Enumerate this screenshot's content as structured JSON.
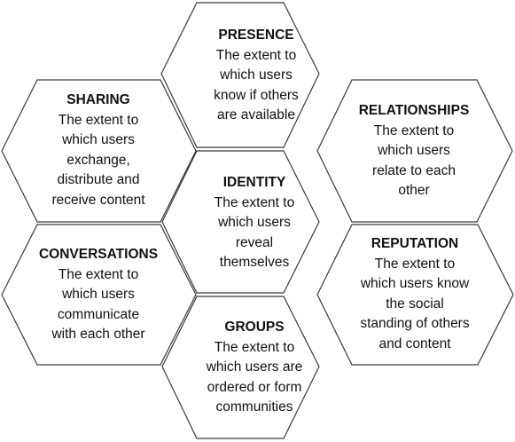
{
  "hexagons": [
    {
      "id": "presence",
      "title": "PRESENCE",
      "desc": "The extent to which users know if others are available",
      "lines": [
        "The extent to",
        "which users",
        "know if others",
        "are available"
      ]
    },
    {
      "id": "sharing",
      "title": "SHARING",
      "desc": "The extent to which users exchange, distribute and receive content",
      "lines": [
        "The extent to",
        "which users",
        "exchange,",
        "distribute and",
        "receive content"
      ]
    },
    {
      "id": "relationships",
      "title": "RELATIONSHIPS",
      "desc": "The extent to which users relate to each other",
      "lines": [
        "The extent to",
        "which users",
        "relate to each",
        "other"
      ]
    },
    {
      "id": "identity",
      "title": "IDENTITY",
      "desc": "The extent to which users reveal themselves",
      "lines": [
        "The extent to",
        "which users",
        "reveal",
        "themselves"
      ]
    },
    {
      "id": "conversations",
      "title": "CONVERSATIONS",
      "desc": "The extent to which users communicate with each other",
      "lines": [
        "The extent to",
        "which users",
        "communicate",
        "with each other"
      ]
    },
    {
      "id": "reputation",
      "title": "REPUTATION",
      "desc": "The extent to which users know the social standing of others and content",
      "lines": [
        "The extent to",
        "which users know",
        "the social",
        "standing of others",
        "and content"
      ]
    },
    {
      "id": "groups",
      "title": "GROUPS",
      "desc": "The extent to which users are ordered or form communities",
      "lines": [
        "The extent to",
        "which users are",
        "ordered or form",
        "communities"
      ]
    }
  ]
}
